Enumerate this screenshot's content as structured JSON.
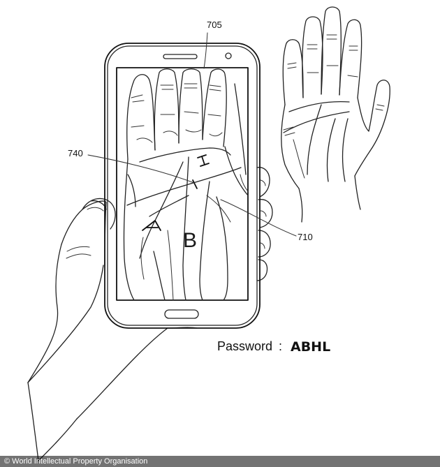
{
  "labels": {
    "ref_705": "705",
    "ref_740": "740",
    "ref_710": "710"
  },
  "screen_glyphs": {
    "letter_b": "B",
    "letter_h": "H",
    "letter_a_mark": "A",
    "letter_l_mark": "L"
  },
  "password": {
    "label": "Password",
    "separator": ":",
    "value": "ABHL"
  },
  "footer": {
    "copyright": "© World Intellectual Property Organisation"
  }
}
